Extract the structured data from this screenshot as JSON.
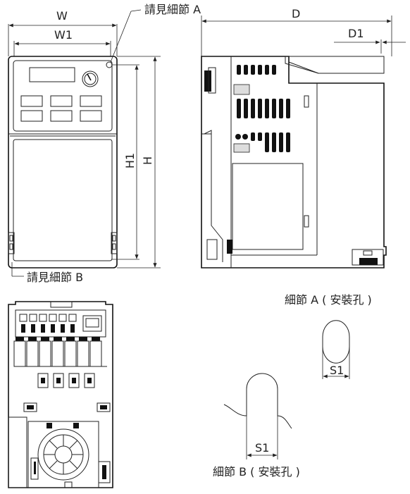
{
  "front_view": {
    "width_label": "W",
    "width1_label": "W1",
    "height_label": "H",
    "height1_label": "H1",
    "callout_a": "請見細節 A",
    "callout_b": "請見細節 B"
  },
  "side_view": {
    "depth_label": "D",
    "depth1_label": "D1"
  },
  "detail_a": {
    "title": "細節 A ( 安裝孔 )",
    "dimension_label": "S1"
  },
  "detail_b": {
    "title": "細節 B ( 安裝孔 )",
    "dimension_label": "S1"
  }
}
